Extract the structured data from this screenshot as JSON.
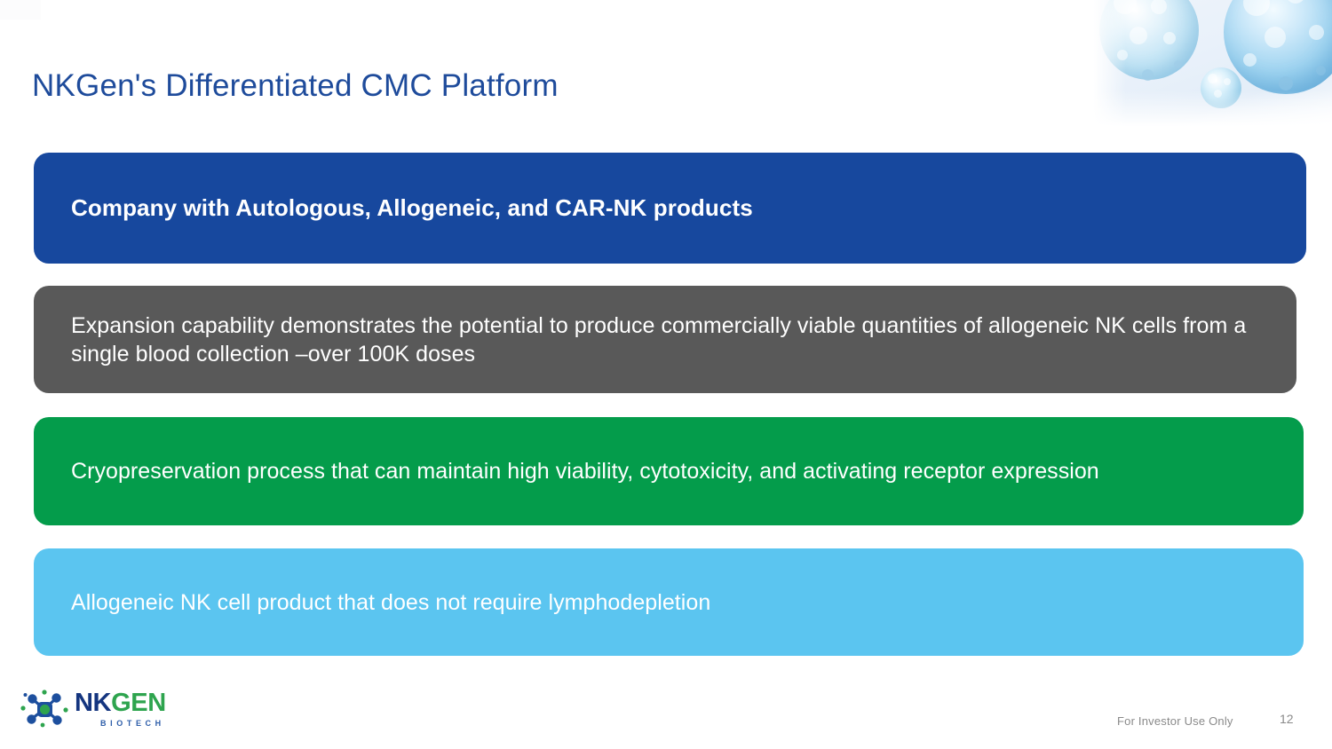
{
  "slide": {
    "title": "NKGen's Differentiated CMC Platform",
    "page_number": "12",
    "footer_note": "For Investor Use Only"
  },
  "bars": [
    {
      "id": "autologous-allogeneic-car-nk",
      "text": "Company with Autologous, Allogeneic, and CAR-NK products",
      "color": "#17489E"
    },
    {
      "id": "expansion-capability",
      "text": "Expansion capability demonstrates the potential to produce commercially viable quantities of allogeneic NK cells from a single blood collection –over 100K doses",
      "color": "#595959"
    },
    {
      "id": "cryopreservation-process",
      "text": "Cryopreservation process that can maintain high viability, cytotoxicity, and activating receptor expression",
      "color": "#049C4B"
    },
    {
      "id": "no-lymphodepletion",
      "text": "Allogeneic NK cell product that does not require lymphodepletion",
      "color": "#5BC5F0"
    }
  ],
  "logo": {
    "name_part_1": "NK",
    "name_part_2": "GEN",
    "tagline": "BIOTECH",
    "mark_icon": "molecule-icon",
    "color_blue": "#14357F",
    "color_green": "#2EA44E"
  },
  "decoration": {
    "artwork": "nk-cell-illustration",
    "accent_light_blue": "#9ed3f0"
  },
  "theme": {
    "title_color": "#1e4B9B",
    "footer_color": "#8a8a8a",
    "background": "#ffffff"
  }
}
